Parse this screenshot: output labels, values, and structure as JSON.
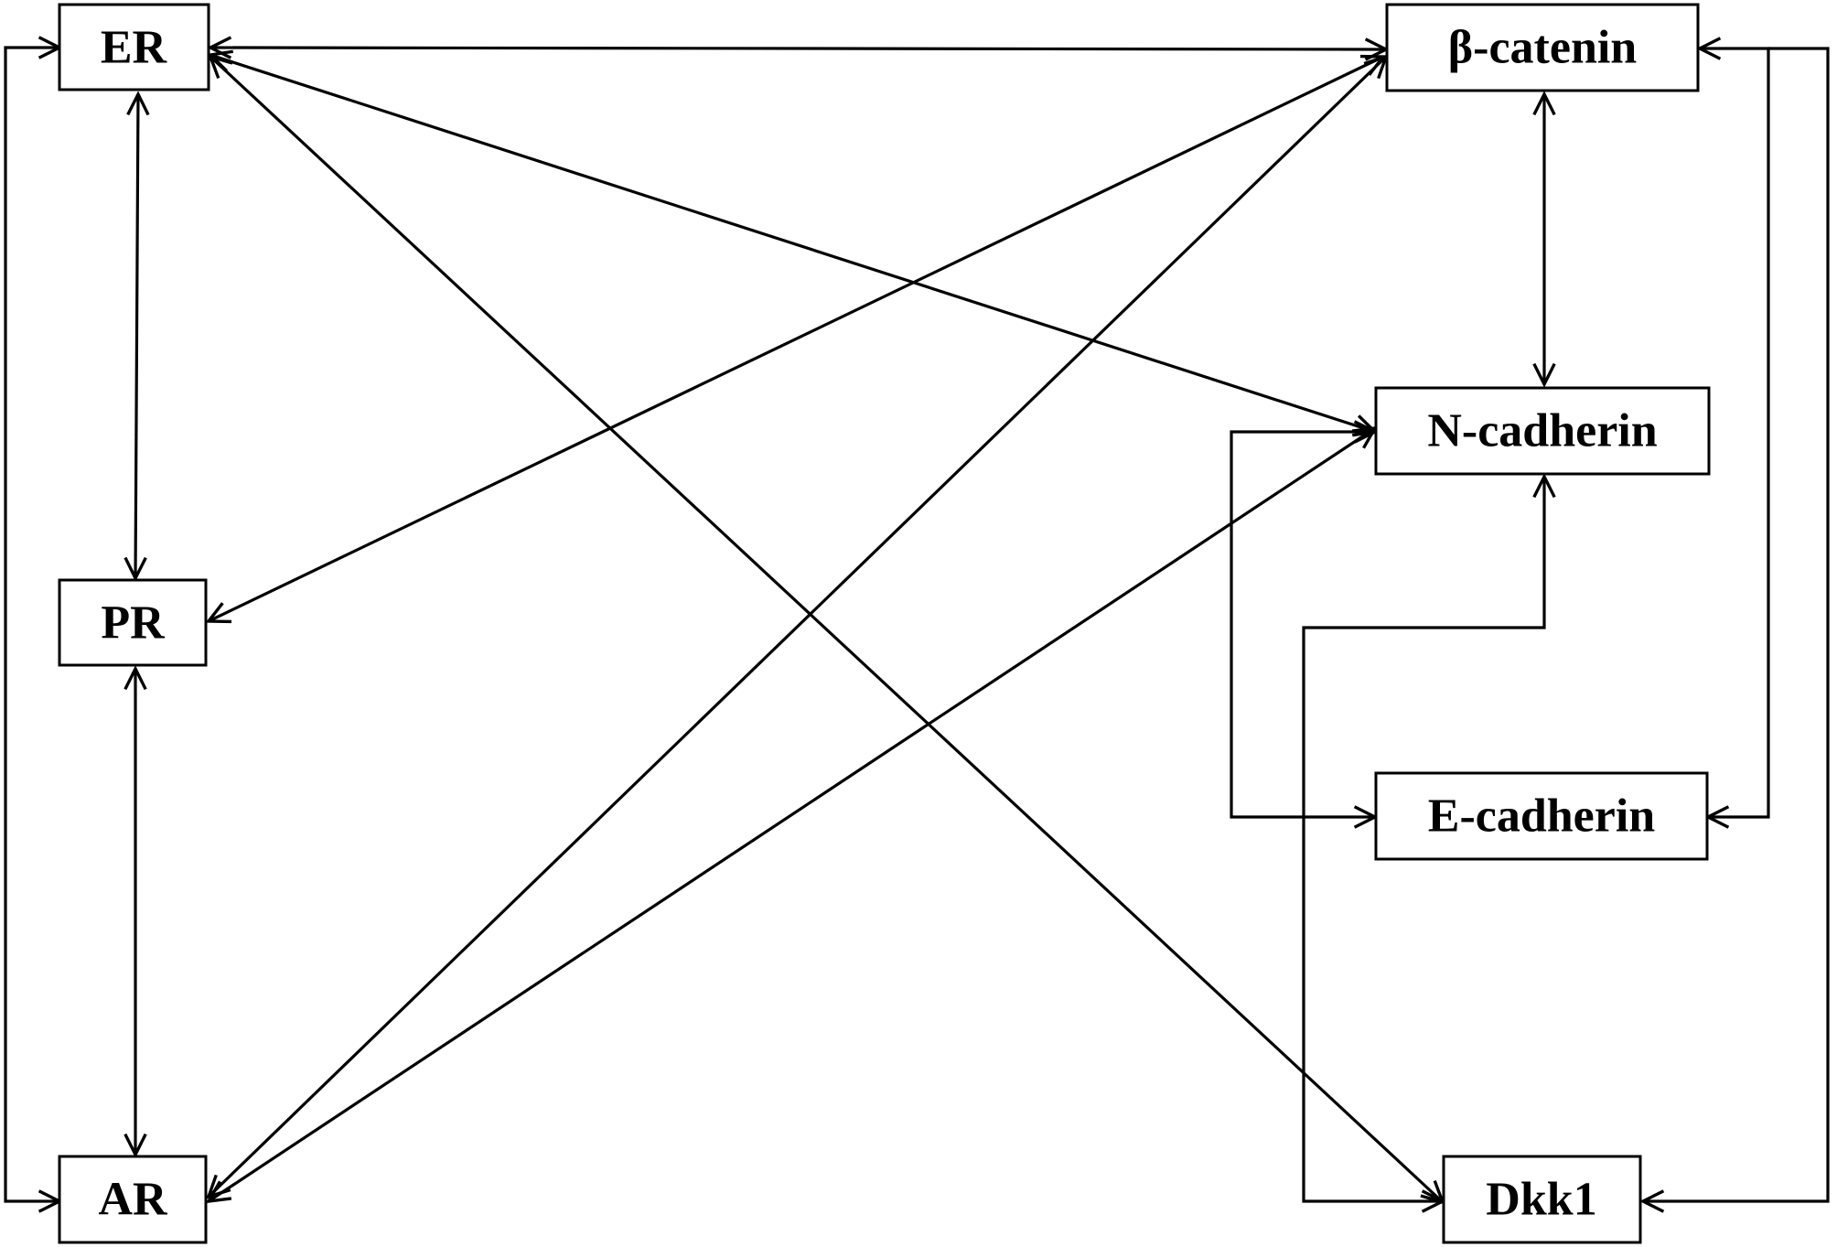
{
  "diagram": {
    "nodes": {
      "er": "ER",
      "pr": "PR",
      "ar": "AR",
      "beta_catenin": "β-catenin",
      "n_cadherin": "N-cadherin",
      "e_cadherin": "E-cadherin",
      "dkk1": "Dkk1"
    },
    "edges": [
      {
        "from": "ER",
        "to": "β-catenin",
        "direction": "both"
      },
      {
        "from": "ER",
        "to": "PR",
        "direction": "both"
      },
      {
        "from": "ER",
        "to": "N-cadherin",
        "direction": "both"
      },
      {
        "from": "ER",
        "to": "Dkk1",
        "direction": "both"
      },
      {
        "from": "ER",
        "to": "AR",
        "direction": "both"
      },
      {
        "from": "PR",
        "to": "AR",
        "direction": "both"
      },
      {
        "from": "PR",
        "to": "β-catenin",
        "direction": "both"
      },
      {
        "from": "AR",
        "to": "β-catenin",
        "direction": "both"
      },
      {
        "from": "AR",
        "to": "N-cadherin",
        "direction": "both"
      },
      {
        "from": "β-catenin",
        "to": "N-cadherin",
        "direction": "both"
      },
      {
        "from": "β-catenin",
        "to": "E-cadherin",
        "direction": "both"
      },
      {
        "from": "β-catenin",
        "to": "Dkk1",
        "direction": "both"
      },
      {
        "from": "N-cadherin",
        "to": "E-cadherin",
        "direction": "both"
      },
      {
        "from": "N-cadherin",
        "to": "Dkk1",
        "direction": "both"
      }
    ],
    "line_color": "#000000",
    "box_color": "#000000",
    "background_color": "#ffffff"
  }
}
